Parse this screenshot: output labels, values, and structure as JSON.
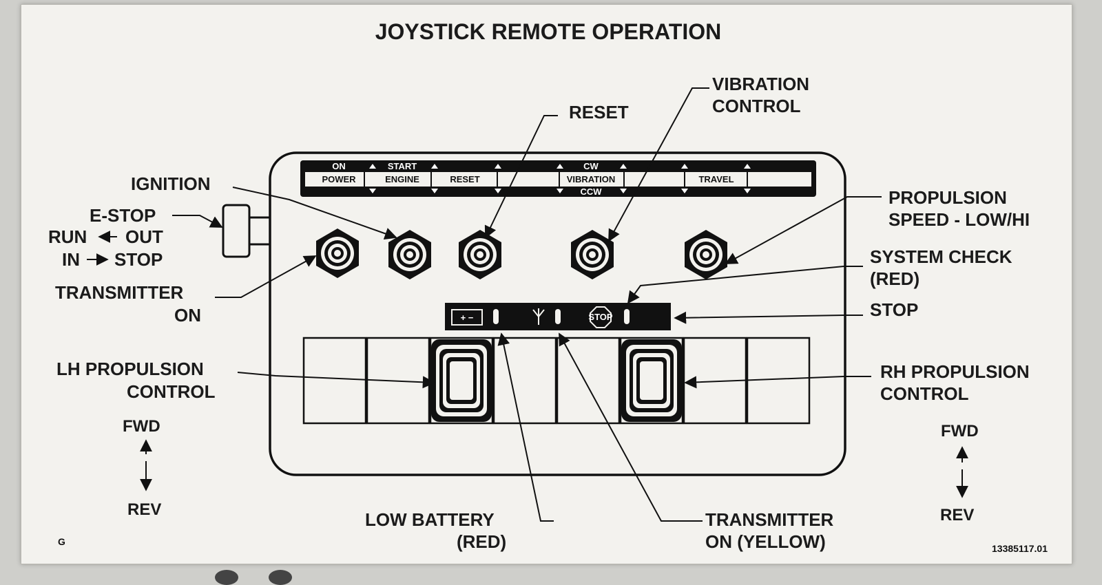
{
  "title": "JOYSTICK REMOTE OPERATION",
  "part_number": "13385117.01",
  "corner_mark": "G",
  "control_strip": {
    "power_top": "ON",
    "power_bottom": "POWER",
    "engine_top": "START",
    "engine_bottom": "ENGINE",
    "reset": "RESET",
    "vibration_top": "CW",
    "vibration_mid": "VIBRATION",
    "vibration_bottom": "CCW",
    "travel": "TRAVEL"
  },
  "callouts": {
    "ignition": "IGNITION",
    "estop": "E-STOP",
    "run_out": "RUN",
    "out": "OUT",
    "in_stop": "IN",
    "stop_word": "STOP",
    "transmitter_on_1": "TRANSMITTER",
    "transmitter_on_2": "ON",
    "lh_1": "LH PROPULSION",
    "lh_2": "CONTROL",
    "reset": "RESET",
    "vibration_1": "VIBRATION",
    "vibration_2": "CONTROL",
    "prop_speed_1": "PROPULSION",
    "prop_speed_2": "SPEED - LOW/HI",
    "system_check_1": "SYSTEM CHECK",
    "system_check_2": "(RED)",
    "stop": "STOP",
    "rh_1": "RH PROPULSION",
    "rh_2": "CONTROL",
    "low_battery_1": "LOW BATTERY",
    "low_battery_2": "(RED)",
    "tx_yellow_1": "TRANSMITTER",
    "tx_yellow_2": "ON (YELLOW)",
    "fwd_left": "FWD",
    "rev_left": "REV",
    "fwd_right": "FWD",
    "rev_right": "REV"
  },
  "indicator_panel": {
    "stop_sign": "STOP",
    "antenna_icon": "antenna-icon",
    "battery_icon": "battery-icon"
  },
  "colors": {
    "plate": "#f3f2ee",
    "ink": "#111111",
    "strip": "#111111"
  }
}
